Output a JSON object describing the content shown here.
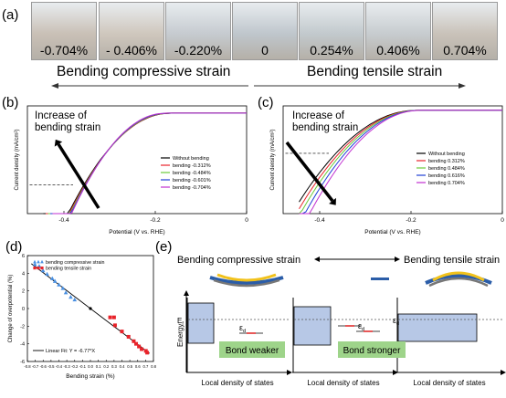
{
  "panel_labels": {
    "a": "(a)",
    "b": "(b)",
    "c": "(c)",
    "d": "(d)",
    "e": "(e)"
  },
  "photos": [
    {
      "label": "-0.704%",
      "bg": "#c9c0b6"
    },
    {
      "label": "- 0.406%",
      "bg": "#cfc7bd"
    },
    {
      "label": "-0.220%",
      "bg": "#c6cbd0"
    },
    {
      "label": "0",
      "bg": "#bfc6cc"
    },
    {
      "label": "0.254%",
      "bg": "#c2c9cd"
    },
    {
      "label": "0.406%",
      "bg": "#c7cccf"
    },
    {
      "label": "0.704%",
      "bg": "#c9c2b9"
    }
  ],
  "strain_direction": {
    "compressive": "Bending compressive strain",
    "tensile": "Bending tensile strain"
  },
  "colors": {
    "black": "#000000",
    "red": "#e8232a",
    "green": "#6acb3a",
    "blue": "#1f3fd6",
    "magenta": "#c12fd0",
    "fit_line": "#000000",
    "compressive_marker": "#4a90e2",
    "tensile_marker": "#e8232a",
    "dos_fill": "#b7c8e6",
    "bond_box": "#9ed48a",
    "arrow_head": "#e02020"
  },
  "chart_data": [
    {
      "id": "b",
      "type": "line",
      "xlabel": "Potential (V vs. RHE)",
      "ylabel": "Current density (mA/cm²)",
      "xlim": [
        -0.48,
        0
      ],
      "ylim": [
        -7,
        0.5
      ],
      "xticks": [
        -0.4,
        -0.2,
        0
      ],
      "annotation": "Increase of\nbending strain",
      "dashed_reference": -5,
      "series": [
        {
          "name": "Without bending",
          "color": "#000000",
          "onset": -0.17,
          "k": -6.05,
          "x_end": -0.445
        },
        {
          "name": "bending -0.312%",
          "color": "#e8232a",
          "onset": -0.172,
          "k": -6.3,
          "x_end": -0.44
        },
        {
          "name": "bending -0.484%",
          "color": "#6acb3a",
          "onset": -0.175,
          "k": -6.6,
          "x_end": -0.435
        },
        {
          "name": "bending -0.601%",
          "color": "#1f3fd6",
          "onset": -0.178,
          "k": -6.9,
          "x_end": -0.43
        },
        {
          "name": "bending -0.704%",
          "color": "#c12fd0",
          "onset": -0.181,
          "k": -7.2,
          "x_end": -0.425
        }
      ]
    },
    {
      "id": "c",
      "type": "line",
      "xlabel": "Potential (V vs. RHE)",
      "ylabel": "Current density (mA/cm²)",
      "xlim": [
        -0.48,
        0
      ],
      "ylim": [
        -12,
        0.5
      ],
      "xticks": [
        -0.4,
        -0.2,
        0
      ],
      "annotation": "Increase of\nbending strain",
      "dashed_reference": -5,
      "series": [
        {
          "name": "Without bending",
          "color": "#000000",
          "onset": -0.19,
          "k": -6.9,
          "x_end": -0.445
        },
        {
          "name": "bending 0.312%",
          "color": "#e8232a",
          "onset": -0.188,
          "k": -7.3,
          "x_end": -0.445
        },
        {
          "name": "bending 0.484%",
          "color": "#6acb3a",
          "onset": -0.186,
          "k": -7.7,
          "x_end": -0.445
        },
        {
          "name": "bending 0.616%",
          "color": "#1f3fd6",
          "onset": -0.184,
          "k": -8.2,
          "x_end": -0.445
        },
        {
          "name": "bending 0.704%",
          "color": "#c12fd0",
          "onset": -0.182,
          "k": -8.8,
          "x_end": -0.445
        }
      ]
    },
    {
      "id": "d",
      "type": "scatter",
      "xlabel": "Bending strain (%)",
      "ylabel": "Change of overpotential (%)",
      "xlim": [
        -0.8,
        0.8
      ],
      "ylim": [
        -6,
        6
      ],
      "xticks": [
        -0.8,
        -0.7,
        -0.6,
        -0.5,
        -0.4,
        -0.3,
        -0.2,
        -0.1,
        0.0,
        0.1,
        0.2,
        0.3,
        0.4,
        0.5,
        0.6,
        0.7,
        0.8
      ],
      "yticks": [
        -6,
        -4,
        -2,
        0,
        2,
        4,
        6
      ],
      "fit_label": "Linear Fit: Y = -6.77*X",
      "fit_slope": -6.77,
      "series": [
        {
          "name": "bending compressive strain",
          "marker": "triangle",
          "x": [
            -0.704,
            -0.65,
            -0.601,
            -0.55,
            -0.484,
            -0.45,
            -0.4,
            -0.35,
            -0.312,
            -0.25,
            -0.2
          ],
          "y": [
            5.0,
            4.8,
            4.3,
            3.9,
            3.4,
            3.1,
            2.7,
            2.3,
            1.8,
            1.3,
            1.0
          ]
        },
        {
          "name": "bending tensile strain",
          "marker": "square",
          "x": [
            0.25,
            0.3,
            0.312,
            0.4,
            0.484,
            0.55,
            0.58,
            0.616,
            0.65,
            0.704,
            0.72
          ],
          "y": [
            -1.0,
            -1.0,
            -1.9,
            -2.6,
            -3.2,
            -3.7,
            -4.0,
            -4.3,
            -4.6,
            -4.8,
            -5.0
          ]
        },
        {
          "name": "origin",
          "marker": "dot",
          "x": [
            0
          ],
          "y": [
            0
          ]
        }
      ]
    }
  ],
  "panel_e": {
    "compressive_label": "Bending compressive strain",
    "tensile_label": "Bending tensile strain",
    "energy_label": "Energy",
    "ef_label": "E",
    "ef_sub": "f",
    "ed_label": "ε",
    "ed_sub": "d",
    "bond_weaker": "Bond weaker",
    "bond_stronger": "Bond stronger",
    "dos_label": "Local density of states"
  }
}
